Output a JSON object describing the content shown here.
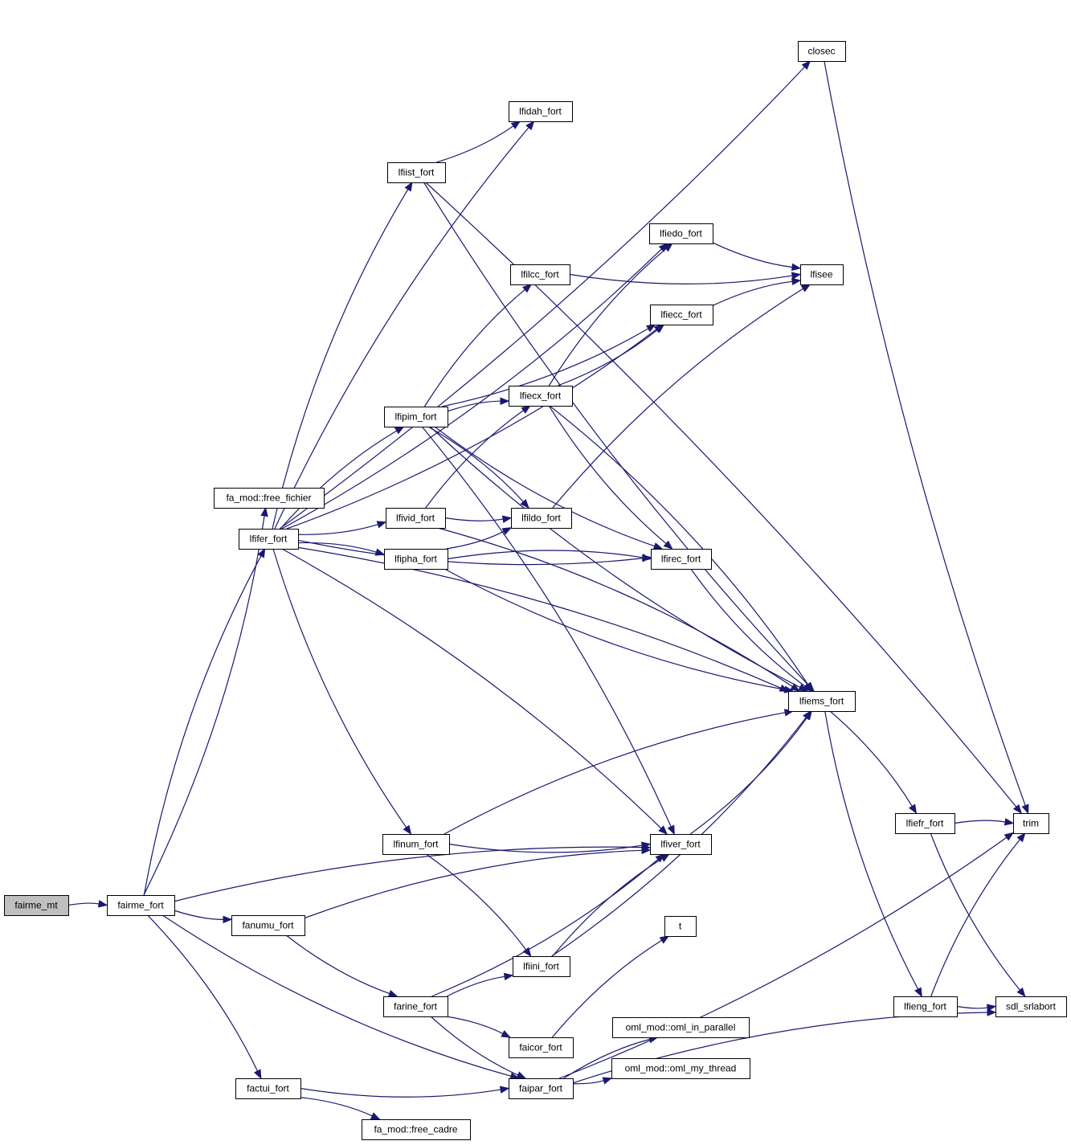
{
  "diagram": {
    "type": "call-graph",
    "root": "fairme_mt",
    "nodes": [
      {
        "id": "fairme_mt",
        "label": "fairme_mt",
        "root": true
      },
      {
        "id": "fairme_fort",
        "label": "fairme_fort"
      },
      {
        "id": "fa_mod_free_fichier",
        "label": "fa_mod::free_fichier"
      },
      {
        "id": "lfifer_fort",
        "label": "lfifer_fort"
      },
      {
        "id": "fanumu_fort",
        "label": "fanumu_fort"
      },
      {
        "id": "factui_fort",
        "label": "factui_fort"
      },
      {
        "id": "lfiist_fort",
        "label": "lfiist_fort"
      },
      {
        "id": "lfipim_fort",
        "label": "lfipim_fort"
      },
      {
        "id": "lfivid_fort",
        "label": "lfivid_fort"
      },
      {
        "id": "lfipha_fort",
        "label": "lfipha_fort"
      },
      {
        "id": "lfinum_fort",
        "label": "lfinum_fort"
      },
      {
        "id": "farine_fort",
        "label": "farine_fort"
      },
      {
        "id": "fa_mod_free_cadre",
        "label": "fa_mod::free_cadre"
      },
      {
        "id": "lfidah_fort",
        "label": "lfidah_fort"
      },
      {
        "id": "lfilcc_fort",
        "label": "lfilcc_fort"
      },
      {
        "id": "lfiecx_fort",
        "label": "lfiecx_fort"
      },
      {
        "id": "lfildo_fort",
        "label": "lfildo_fort"
      },
      {
        "id": "lfiini_fort",
        "label": "lfiini_fort"
      },
      {
        "id": "faicor_fort",
        "label": "faicor_fort"
      },
      {
        "id": "faipar_fort",
        "label": "faipar_fort"
      },
      {
        "id": "closec",
        "label": "closec"
      },
      {
        "id": "lfiedo_fort",
        "label": "lfiedo_fort"
      },
      {
        "id": "lfiecc_fort",
        "label": "lfiecc_fort"
      },
      {
        "id": "lfirec_fort",
        "label": "lfirec_fort"
      },
      {
        "id": "lfiver_fort",
        "label": "lfiver_fort"
      },
      {
        "id": "t",
        "label": "t"
      },
      {
        "id": "oml_in_parallel",
        "label": "oml_mod::oml_in_parallel"
      },
      {
        "id": "oml_my_thread",
        "label": "oml_mod::oml_my_thread"
      },
      {
        "id": "lfisee",
        "label": "lfisee"
      },
      {
        "id": "lfiems_fort",
        "label": "lfiems_fort"
      },
      {
        "id": "lfiefr_fort",
        "label": "lfiefr_fort"
      },
      {
        "id": "lfieng_fort",
        "label": "lfieng_fort"
      },
      {
        "id": "trim",
        "label": "trim"
      },
      {
        "id": "sdl_srlabort",
        "label": "sdl_srlabort"
      }
    ],
    "edges": [
      [
        "fairme_mt",
        "fairme_fort"
      ],
      [
        "fairme_fort",
        "fa_mod_free_fichier"
      ],
      [
        "fairme_fort",
        "lfifer_fort"
      ],
      [
        "fairme_fort",
        "fanumu_fort"
      ],
      [
        "fairme_fort",
        "factui_fort"
      ],
      [
        "fairme_fort",
        "faipar_fort"
      ],
      [
        "fairme_fort",
        "lfiver_fort"
      ],
      [
        "lfifer_fort",
        "closec"
      ],
      [
        "lfifer_fort",
        "lfidah_fort"
      ],
      [
        "lfifer_fort",
        "lfiedo_fort"
      ],
      [
        "lfifer_fort",
        "lfiist_fort"
      ],
      [
        "lfifer_fort",
        "lfiecc_fort"
      ],
      [
        "lfifer_fort",
        "lfipim_fort"
      ],
      [
        "lfifer_fort",
        "lfivid_fort"
      ],
      [
        "lfifer_fort",
        "lfipha_fort"
      ],
      [
        "lfifer_fort",
        "lfirec_fort"
      ],
      [
        "lfifer_fort",
        "lfiems_fort"
      ],
      [
        "lfifer_fort",
        "lfinum_fort"
      ],
      [
        "lfifer_fort",
        "lfiver_fort"
      ],
      [
        "lfiist_fort",
        "lfidah_fort"
      ],
      [
        "lfiist_fort",
        "trim"
      ],
      [
        "lfiist_fort",
        "lfiems_fort"
      ],
      [
        "lfipim_fort",
        "lfilcc_fort"
      ],
      [
        "lfipim_fort",
        "lfiecc_fort"
      ],
      [
        "lfipim_fort",
        "lfiecx_fort"
      ],
      [
        "lfipim_fort",
        "lfiems_fort"
      ],
      [
        "lfipim_fort",
        "lfildo_fort"
      ],
      [
        "lfipim_fort",
        "lfirec_fort"
      ],
      [
        "lfipim_fort",
        "lfiver_fort"
      ],
      [
        "lfilcc_fort",
        "lfisee"
      ],
      [
        "lfiecx_fort",
        "lfiedo_fort"
      ],
      [
        "lfiecx_fort",
        "lfiecc_fort"
      ],
      [
        "lfiecx_fort",
        "lfiems_fort"
      ],
      [
        "lfiecx_fort",
        "lfirec_fort"
      ],
      [
        "lfivid_fort",
        "lfiecx_fort"
      ],
      [
        "lfivid_fort",
        "lfildo_fort"
      ],
      [
        "lfivid_fort",
        "lfiems_fort"
      ],
      [
        "lfipha_fort",
        "lfildo_fort"
      ],
      [
        "lfipha_fort",
        "lfirec_fort"
      ],
      [
        "lfipha_fort",
        "lfiems_fort"
      ],
      [
        "lfildo_fort",
        "lfisee"
      ],
      [
        "lfiedo_fort",
        "lfisee"
      ],
      [
        "lfiecc_fort",
        "lfisee"
      ],
      [
        "lfirec_fort",
        "lfiems_fort"
      ],
      [
        "lfinum_fort",
        "lfiems_fort"
      ],
      [
        "lfinum_fort",
        "lfiver_fort"
      ],
      [
        "lfinum_fort",
        "lfiini_fort"
      ],
      [
        "lfiver_fort",
        "lfiems_fort"
      ],
      [
        "lfiini_fort",
        "lfiver_fort"
      ],
      [
        "lfiini_fort",
        "lfiems_fort"
      ],
      [
        "fanumu_fort",
        "lfiver_fort"
      ],
      [
        "fanumu_fort",
        "farine_fort"
      ],
      [
        "farine_fort",
        "lfiini_fort"
      ],
      [
        "farine_fort",
        "lfiver_fort"
      ],
      [
        "farine_fort",
        "faicor_fort"
      ],
      [
        "farine_fort",
        "faipar_fort"
      ],
      [
        "faicor_fort",
        "t"
      ],
      [
        "factui_fort",
        "faipar_fort"
      ],
      [
        "factui_fort",
        "fa_mod_free_cadre"
      ],
      [
        "faipar_fort",
        "trim"
      ],
      [
        "faipar_fort",
        "oml_in_parallel"
      ],
      [
        "faipar_fort",
        "oml_my_thread"
      ],
      [
        "faipar_fort",
        "sdl_srlabort"
      ],
      [
        "closec",
        "trim"
      ],
      [
        "lfiems_fort",
        "lfiefr_fort"
      ],
      [
        "lfiems_fort",
        "lfieng_fort"
      ],
      [
        "lfiefr_fort",
        "trim"
      ],
      [
        "lfiefr_fort",
        "sdl_srlabort"
      ],
      [
        "lfieng_fort",
        "trim"
      ],
      [
        "lfieng_fort",
        "sdl_srlabort"
      ]
    ]
  }
}
